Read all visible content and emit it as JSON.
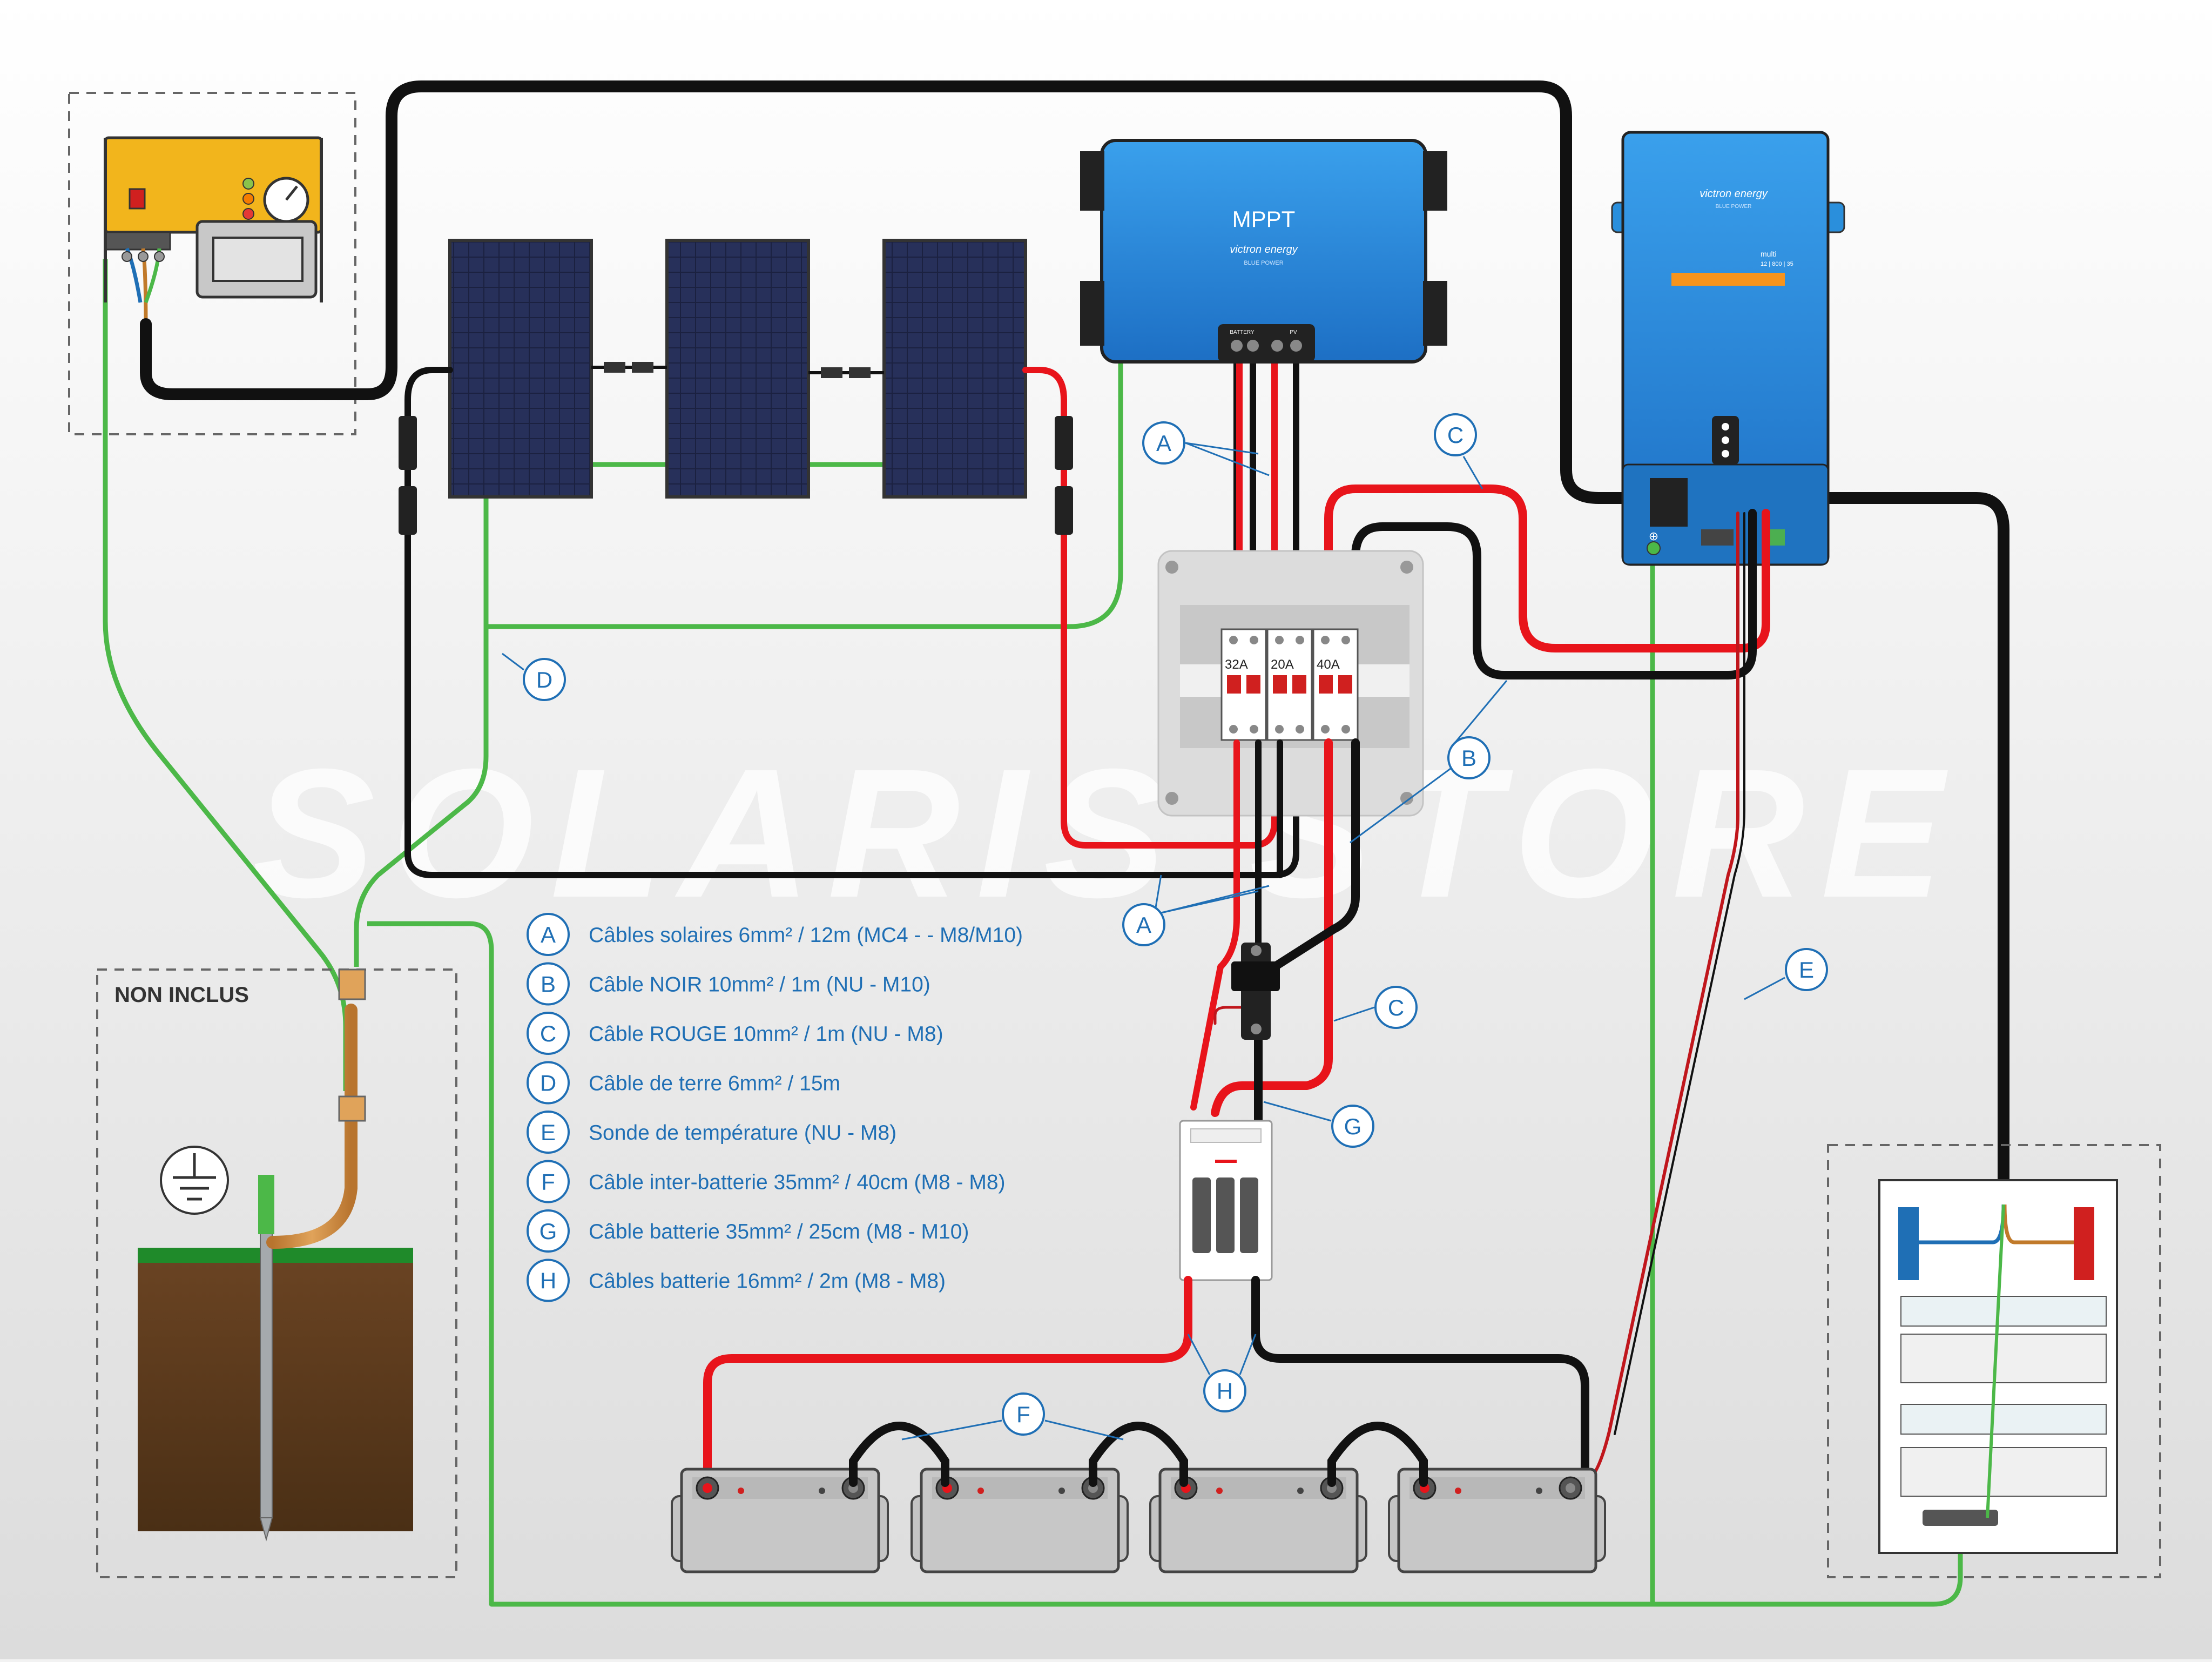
{
  "watermark": "SOLARIS STORE",
  "not_included": "NON INCLUS",
  "mppt": {
    "title": "MPPT",
    "brand": "victron energy",
    "brand_sub": "BLUE POWER",
    "terminal_battery": "BATTERY",
    "terminal_pv": "PV"
  },
  "inverter": {
    "brand": "victron energy",
    "brand_sub": "BLUE POWER",
    "model": "multi",
    "model_sub": "12 | 800 | 35"
  },
  "breakers": [
    "32A",
    "20A",
    "40A"
  ],
  "markers": {
    "A": "A",
    "B": "B",
    "C": "C",
    "D": "D",
    "E": "E",
    "F": "F",
    "G": "G",
    "H": "H"
  },
  "legend": [
    {
      "key": "A",
      "text": "Câbles solaires 6mm² / 12m (MC4 - - M8/M10)"
    },
    {
      "key": "B",
      "text": "Câble NOIR 10mm² / 1m (NU - M10)"
    },
    {
      "key": "C",
      "text": "Câble ROUGE 10mm² / 1m (NU - M8)"
    },
    {
      "key": "D",
      "text": "Câble de terre 6mm² / 15m"
    },
    {
      "key": "E",
      "text": "Sonde de température (NU - M8)"
    },
    {
      "key": "F",
      "text": "Câble inter-batterie 35mm² / 40cm (M8 - M8)"
    },
    {
      "key": "G",
      "text": "Câble batterie 35mm² / 25cm (M8 - M10)"
    },
    {
      "key": "H",
      "text": "Câbles batterie 16mm² / 2m (M8 - M8)"
    }
  ],
  "colors": {
    "accent_blue": "#1f6fb5",
    "cable_red": "#e8141b",
    "cable_black": "#111111",
    "cable_green": "#4cb848",
    "victron_blue": "#2a8fdc"
  }
}
